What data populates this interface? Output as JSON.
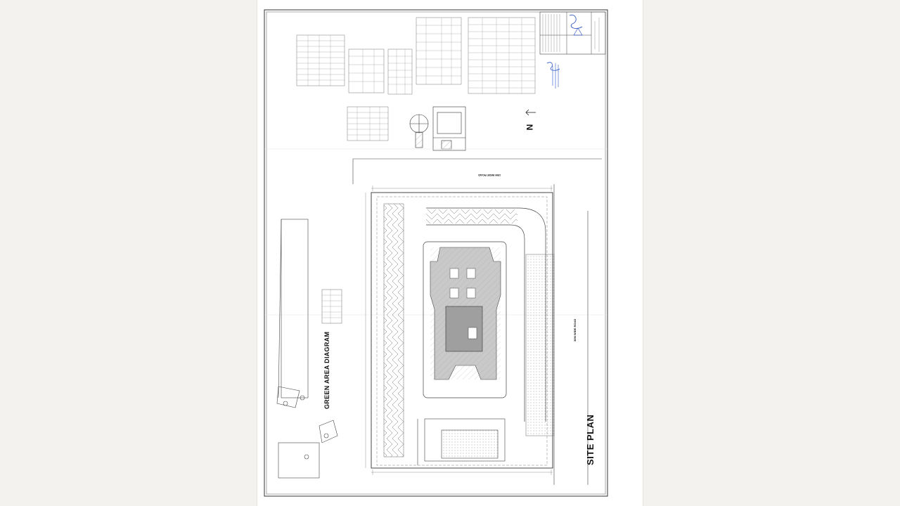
{
  "drawing": {
    "title_label": "SITE PLAN",
    "green_area_label": "GREEN AREA DIAGRAM",
    "north_label": "N",
    "road_east_label": "30M WIDE ROAD",
    "road_north_label": "15M WIDE ROAD"
  },
  "colors": {
    "background": "#f4f2ee",
    "sheet": "#ffffff",
    "line": "#333333",
    "building_fill": "#c9c9c9",
    "core_fill": "#9f9f9f",
    "stamp_blue": "#2b57c4"
  }
}
